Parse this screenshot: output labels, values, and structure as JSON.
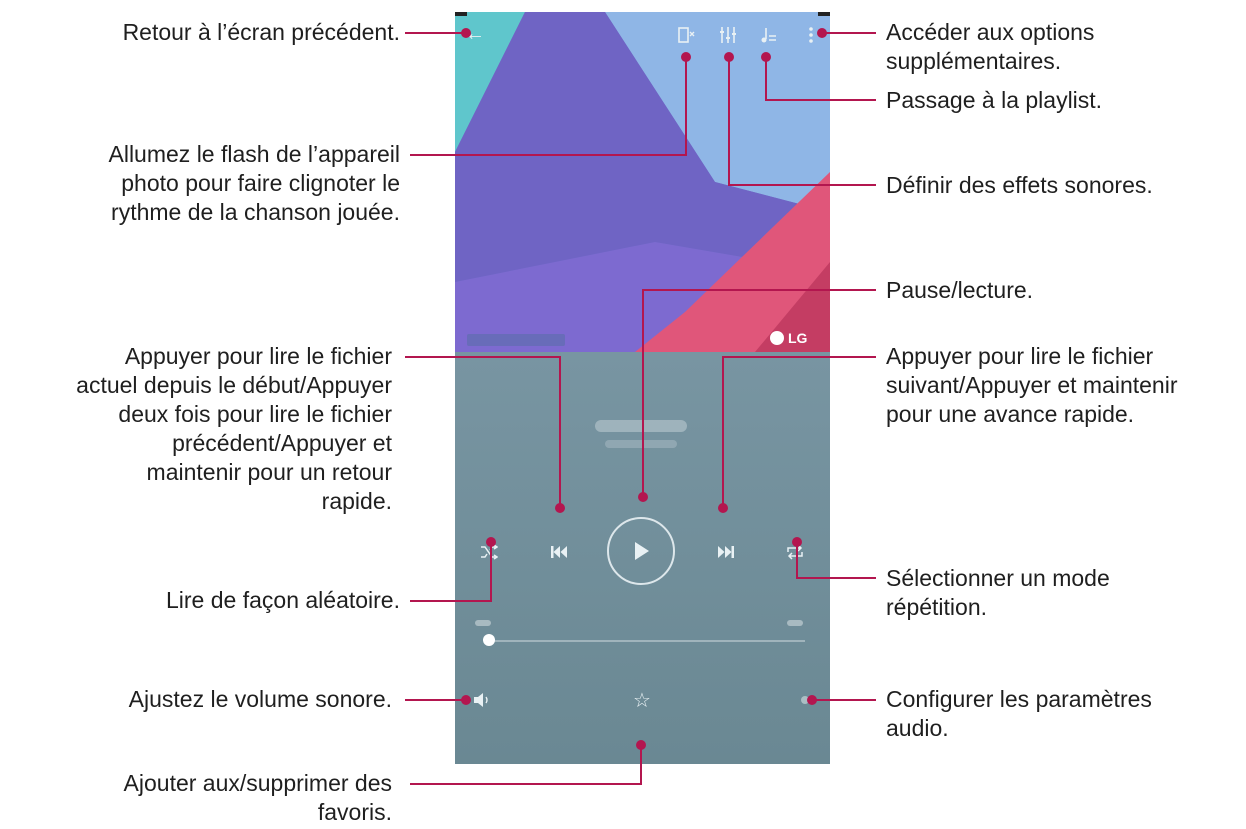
{
  "callouts": {
    "back": "Retour à l’écran précédent.",
    "flash": "Allumez le flash de l’appareil\nphoto pour faire clignoter le\nrythme de la chanson jouée.",
    "previous": "Appuyer pour lire le fichier\nactuel depuis le début/Appuyer\ndeux fois pour lire le fichier\nprécédent/Appuyer et\nmaintenir pour un retour\nrapide.",
    "shuffle": "Lire de façon aléatoire.",
    "volume": "Ajustez le volume sonore.",
    "favorites": "Ajouter aux/supprimer des\nfavoris.",
    "more_options": "Accéder aux options\nsupplémentaires.",
    "playlist": "Passage à la playlist.",
    "sound_effects": "Définir des effets sonores.",
    "play_pause": "Pause/lecture.",
    "next": "Appuyer pour lire le fichier\nsuivant/Appuyer et maintenir\npour une avance rapide.",
    "repeat": "Sélectionner un mode\nrépétition.",
    "audio_settings": "Configurer les paramètres\naudio."
  },
  "phone": {
    "brand": "LG",
    "icons": {
      "back": "arrow-left-icon",
      "flash": "flash-icon",
      "effects": "equalizer-icon",
      "playlist": "playlist-icon",
      "more": "more-vertical-icon",
      "shuffle": "shuffle-icon",
      "previous": "skip-previous-icon",
      "play": "play-icon",
      "next": "skip-next-icon",
      "repeat": "repeat-icon",
      "volume": "volume-icon",
      "favorite": "star-icon",
      "settings": "settings-icon"
    }
  },
  "colors": {
    "callout_line": "#b3164f",
    "player_bg": "#6f8f9a",
    "text": "#1f1f1f"
  }
}
